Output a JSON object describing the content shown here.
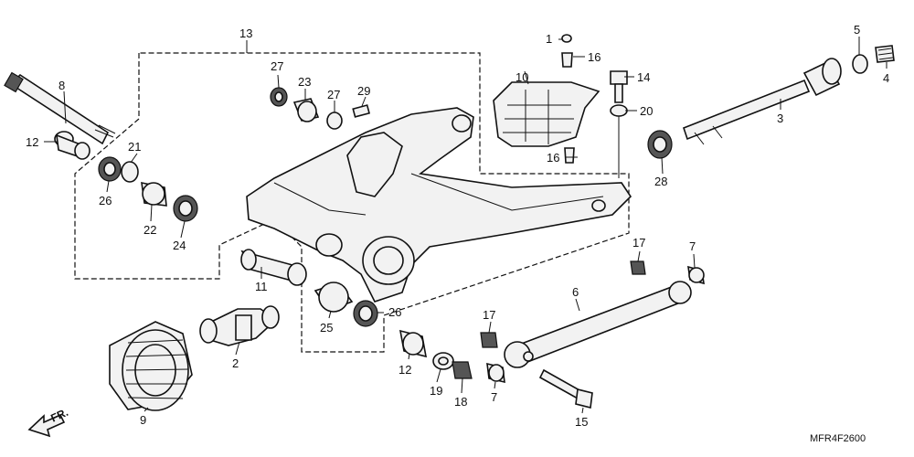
{
  "diagram": {
    "code": "MFR4F2600",
    "direction": "FR.",
    "callouts": {
      "c1": "1",
      "c2": "2",
      "c3": "3",
      "c4": "4",
      "c5": "5",
      "c6": "6",
      "c7a": "7",
      "c7b": "7",
      "c8": "8",
      "c9": "9",
      "c10": "10",
      "c11": "11",
      "c12a": "12",
      "c12b": "12",
      "c13": "13",
      "c14": "14",
      "c15": "15",
      "c16a": "16",
      "c16b": "16",
      "c17a": "17",
      "c17b": "17",
      "c18": "18",
      "c19": "19",
      "c20": "20",
      "c21": "21",
      "c22": "22",
      "c23": "23",
      "c24": "24",
      "c25": "25",
      "c26a": "26",
      "c26b": "26",
      "c27a": "27",
      "c27b": "27",
      "c28": "28",
      "c29": "29"
    }
  }
}
